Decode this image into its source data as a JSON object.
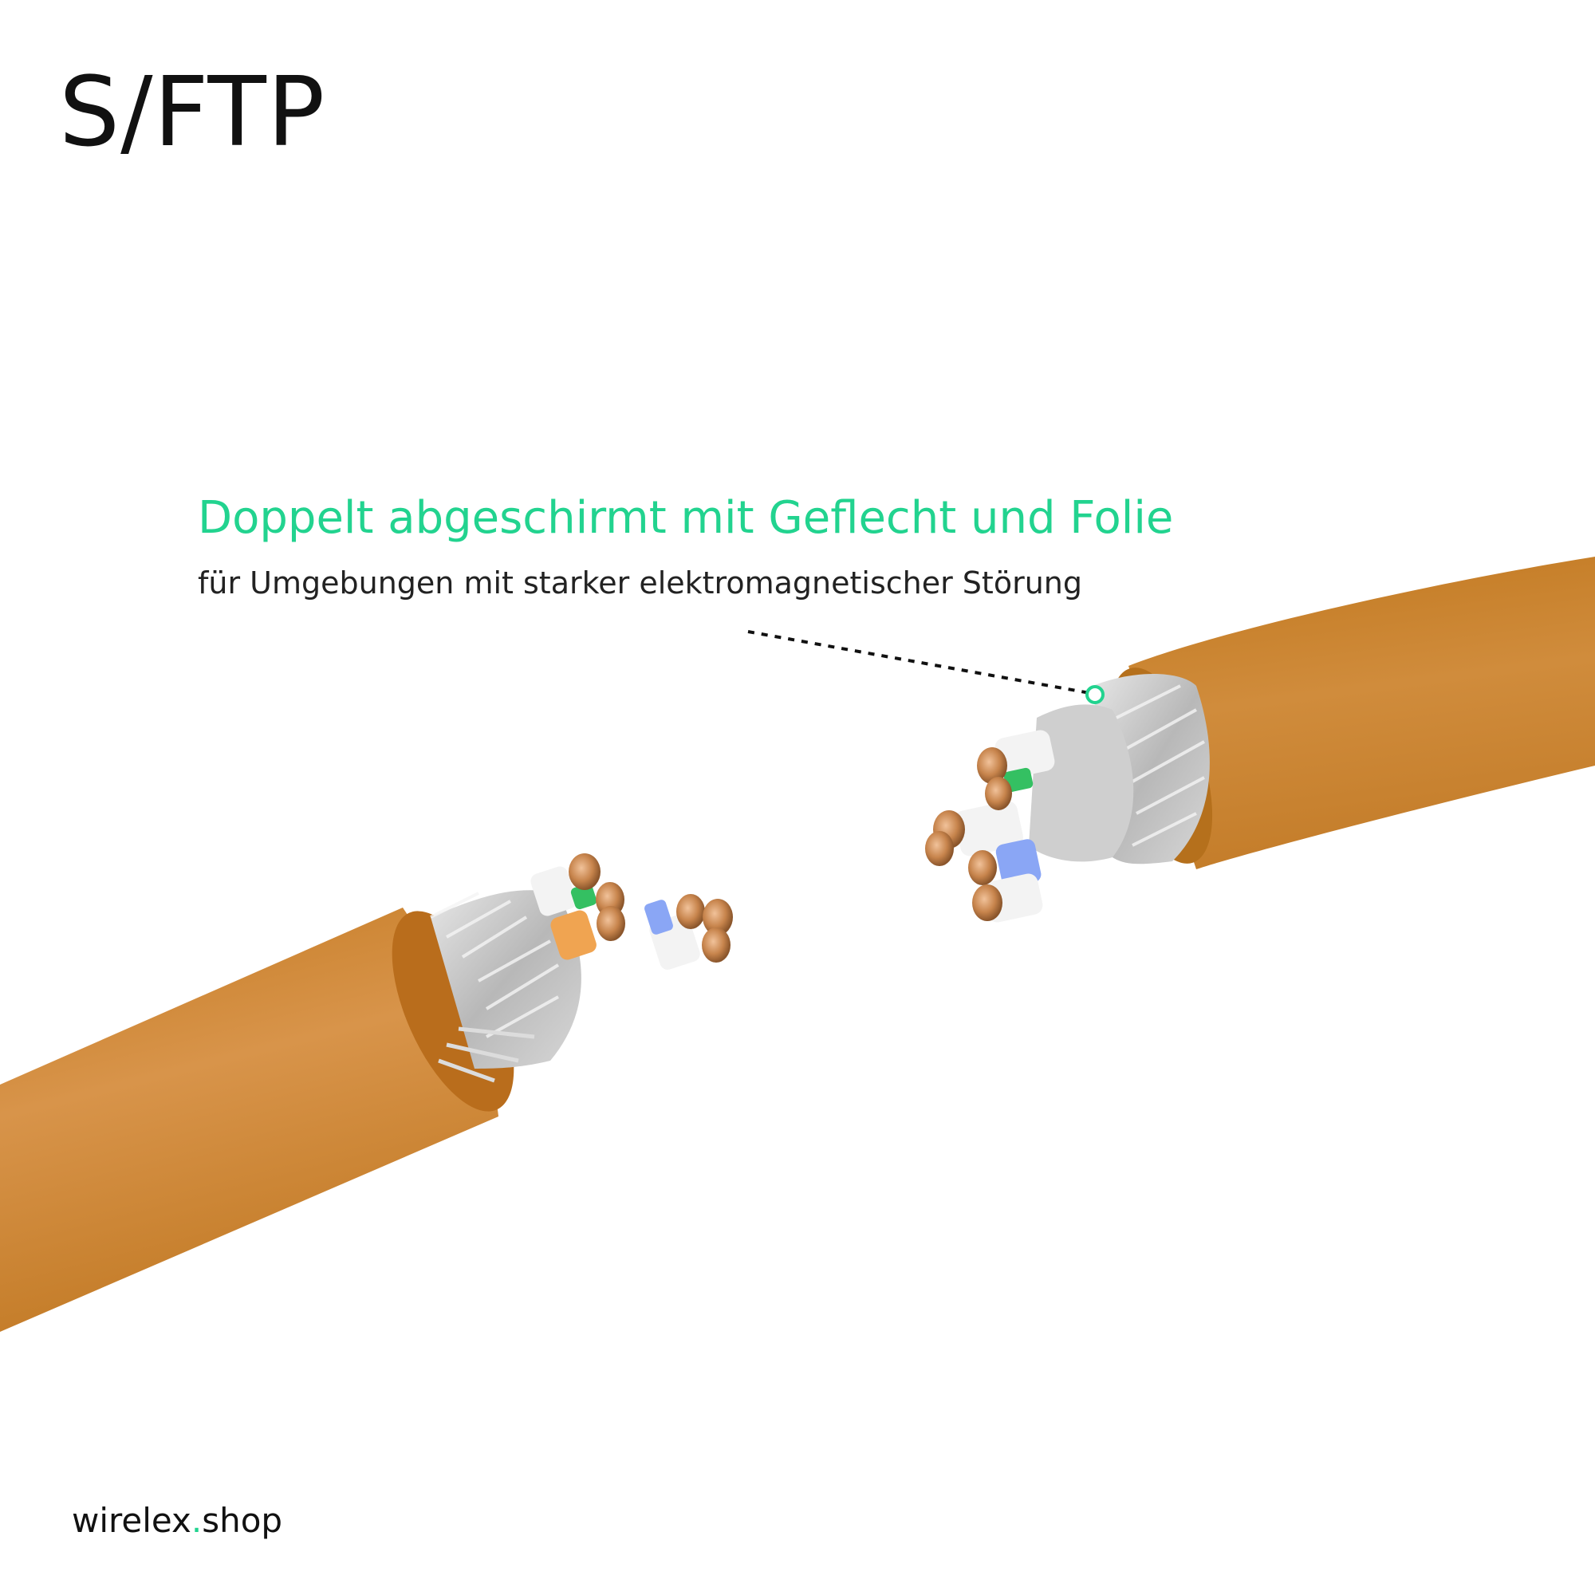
{
  "title": "S/FTP",
  "callout": {
    "heading": "Doppelt abgeschirmt mit Geflecht und Folie",
    "subtext": "für Umgebungen mit starker elektromagnetischer Störung"
  },
  "brand": {
    "name": "wirelex",
    "dot": ".",
    "suffix": "shop"
  },
  "colors": {
    "accent": "#22d38f",
    "cable_jacket": "#d18a33",
    "cable_jacket_dark": "#b8741f",
    "shield": "#c9c9c9",
    "copper": "#c8874f",
    "pair_green": "#34c062",
    "pair_orange": "#f0a451",
    "pair_blue": "#8aa6f5",
    "insulation_white": "#f3f3f3"
  }
}
